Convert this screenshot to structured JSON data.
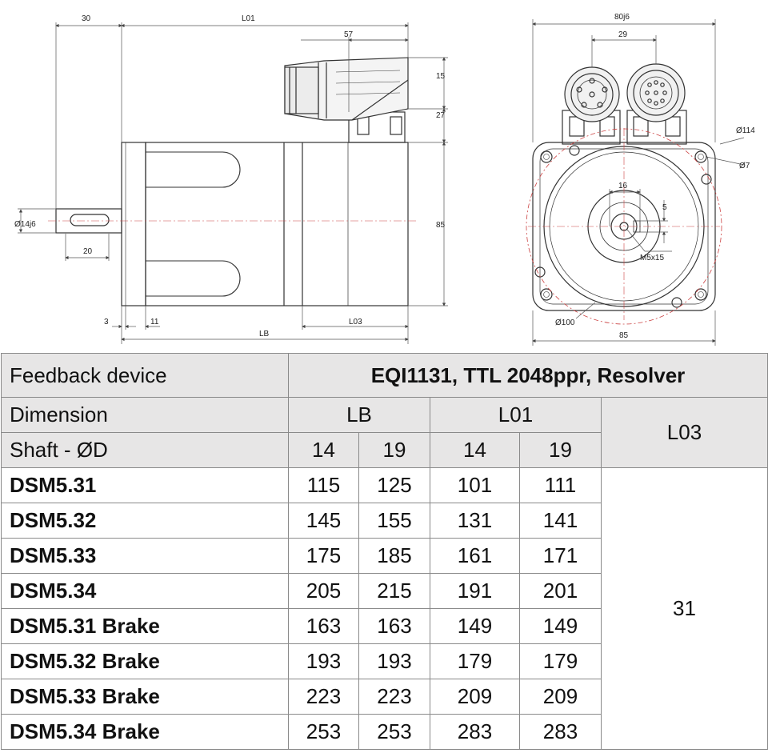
{
  "side_view": {
    "dims": {
      "d30": "30",
      "l01": "L01",
      "d57": "57",
      "d15": "15",
      "d27": "27",
      "d85": "85",
      "shaft": "Ø14j6",
      "d20": "20",
      "d3": "3",
      "d11": "11",
      "lb": "LB",
      "l03": "L03"
    }
  },
  "front_view": {
    "dims": {
      "pilot": "80j6",
      "d29": "29",
      "bolt_circle": "Ø114",
      "hole": "Ø7",
      "d16": "16",
      "d5": "5",
      "thread": "M5x15",
      "spigot": "Ø100",
      "width": "85"
    }
  },
  "table": {
    "feedback_label": "Feedback device",
    "feedback_value": "EQI1131, TTL 2048ppr, Resolver",
    "dimension_label": "Dimension",
    "shaft_label": "Shaft - ØD",
    "lb_label": "LB",
    "l01_label": "L01",
    "l03_label": "L03",
    "shaft_sizes": [
      "14",
      "19",
      "14",
      "19"
    ],
    "l03_value": "31",
    "rows": [
      {
        "model": "DSM5.31",
        "lb14": "115",
        "lb19": "125",
        "l0114": "101",
        "l0119": "111"
      },
      {
        "model": "DSM5.32",
        "lb14": "145",
        "lb19": "155",
        "l0114": "131",
        "l0119": "141"
      },
      {
        "model": "DSM5.33",
        "lb14": "175",
        "lb19": "185",
        "l0114": "161",
        "l0119": "171"
      },
      {
        "model": "DSM5.34",
        "lb14": "205",
        "lb19": "215",
        "l0114": "191",
        "l0119": "201"
      },
      {
        "model": "DSM5.31 Brake",
        "lb14": "163",
        "lb19": "163",
        "l0114": "149",
        "l0119": "149"
      },
      {
        "model": "DSM5.32 Brake",
        "lb14": "193",
        "lb19": "193",
        "l0114": "179",
        "l0119": "179"
      },
      {
        "model": "DSM5.33 Brake",
        "lb14": "223",
        "lb19": "223",
        "l0114": "209",
        "l0119": "209"
      },
      {
        "model": "DSM5.34 Brake",
        "lb14": "253",
        "lb19": "253",
        "l0114": "283",
        "l0119": "283"
      }
    ]
  }
}
